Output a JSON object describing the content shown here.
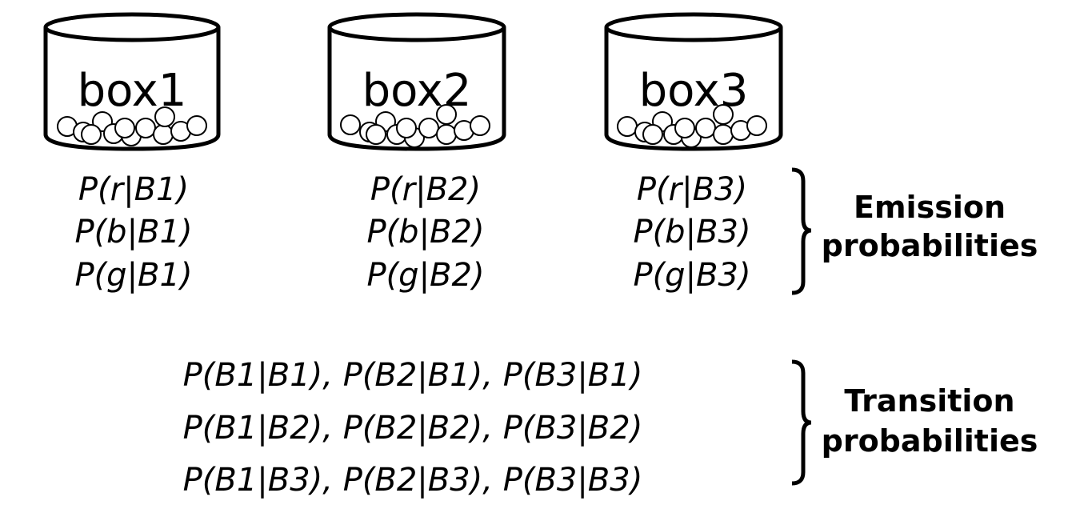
{
  "boxes": [
    {
      "label": "box1",
      "emissions": [
        "P(r|B1)",
        "P(b|B1)",
        "P(g|B1)"
      ]
    },
    {
      "label": "box2",
      "emissions": [
        "P(r|B2)",
        "P(b|B2)",
        "P(g|B2)"
      ]
    },
    {
      "label": "box3",
      "emissions": [
        "P(r|B3)",
        "P(b|B3)",
        "P(g|B3)"
      ]
    }
  ],
  "emission_group": {
    "line1": "Emission",
    "line2": "probabilities"
  },
  "transitions": [
    "P(B1|B1), P(B2|B1), P(B3|B1)",
    "P(B1|B2), P(B2|B2), P(B3|B2)",
    "P(B1|B3), P(B2|B3), P(B3|B3)"
  ],
  "transition_group": {
    "line1": "Transition",
    "line2": "probabilities"
  },
  "colors": {
    "ink": "#000000",
    "ball_fill": "#ffffff",
    "background": "#ffffff"
  }
}
